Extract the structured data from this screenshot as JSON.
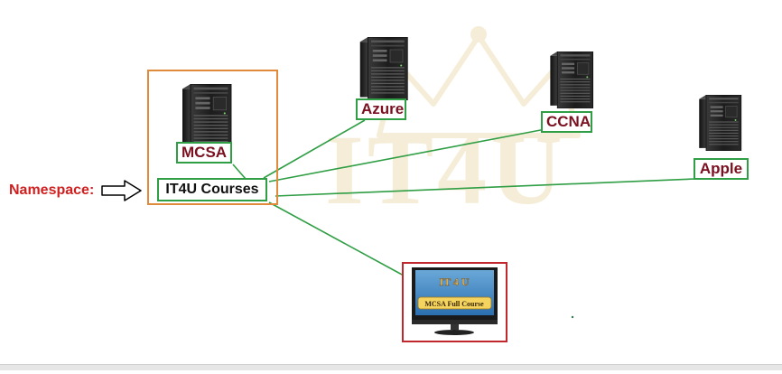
{
  "diagram": {
    "namespace_caption": "Namespace:",
    "root": {
      "label": "IT4U Courses"
    },
    "nodes": [
      {
        "id": "mcsa",
        "label": "MCSA",
        "kind": "server"
      },
      {
        "id": "azure",
        "label": "Azure",
        "kind": "server"
      },
      {
        "id": "ccna",
        "label": "CCNA",
        "kind": "server"
      },
      {
        "id": "apple",
        "label": "Apple",
        "kind": "server"
      },
      {
        "id": "monitor",
        "label": "",
        "kind": "monitor"
      }
    ],
    "monitor_screen": {
      "logo": "IT 4 U",
      "banner": "MCSA Full Course"
    },
    "watermark": "IT4U",
    "colors": {
      "connector": "#2f9e44",
      "node_text": "#7a1020",
      "caption": "#d11f1f",
      "namespace_box": "#e08a3c",
      "monitor_box": "#c0282d"
    }
  }
}
